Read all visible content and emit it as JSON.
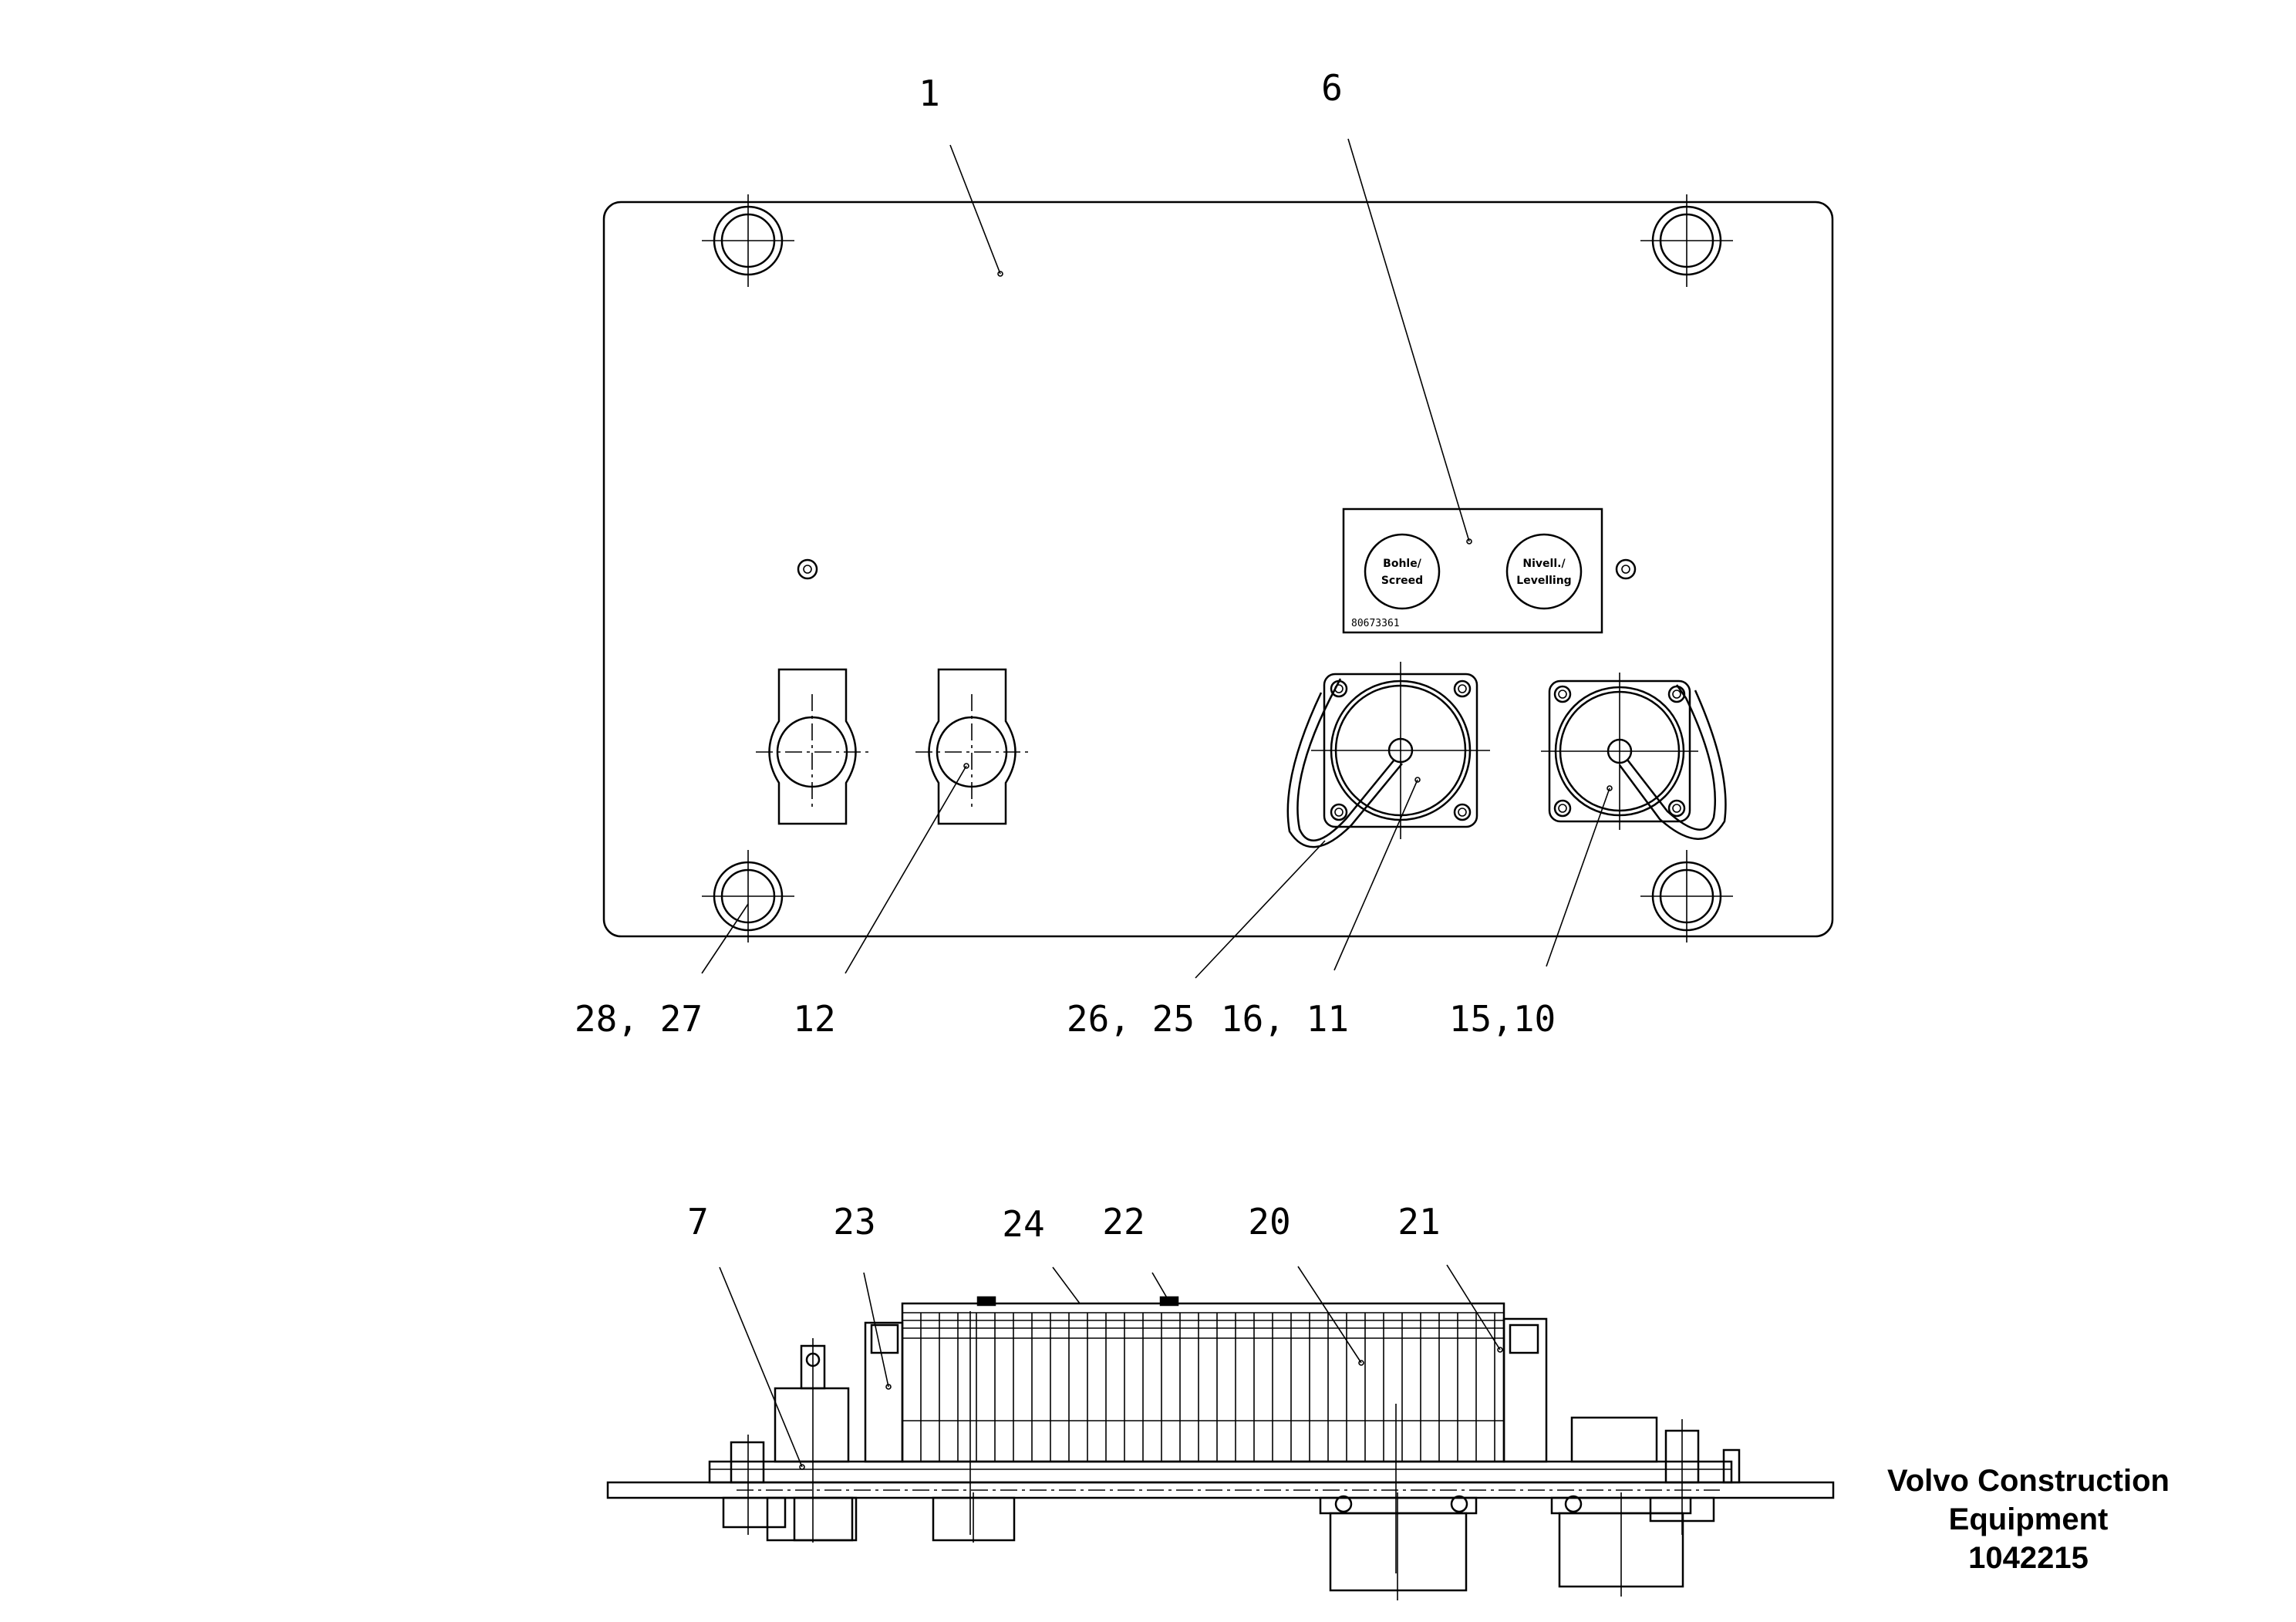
{
  "top_view": {
    "callouts": {
      "c1": "1",
      "c6": "6",
      "c28_27": "28, 27",
      "c12": "12",
      "c26_25": "26, 25",
      "c16_11": "16, 11",
      "c15_10": "15,10"
    },
    "switch_plate": {
      "left_switch_line1": "Bohle/",
      "left_switch_line2": "Screed",
      "right_switch_line1": "Nivell./",
      "right_switch_line2": "Levelling",
      "part_number": "80673361"
    }
  },
  "side_view": {
    "callouts": {
      "c7": "7",
      "c23": "23",
      "c24": "24",
      "c22": "22",
      "c20": "20",
      "c21": "21"
    }
  },
  "caption": {
    "line1": "Volvo Construction",
    "line2": "Equipment",
    "line3": "1042215"
  }
}
